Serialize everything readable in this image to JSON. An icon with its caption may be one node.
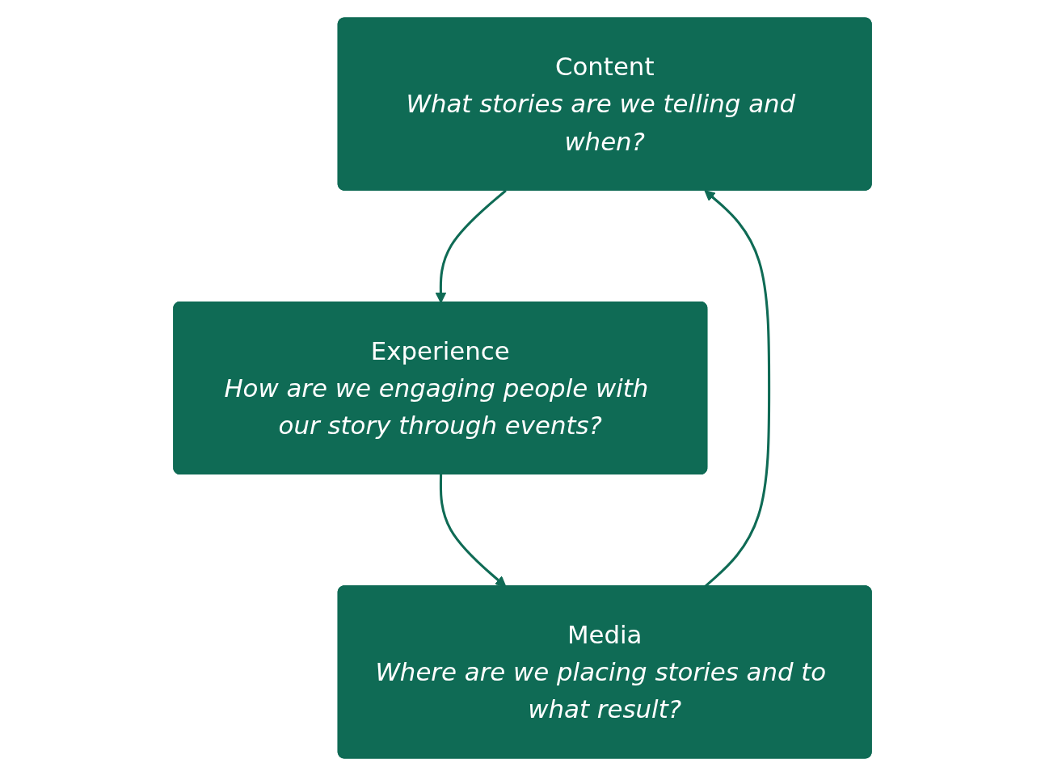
{
  "diagram": {
    "nodes": [
      {
        "text": [
          "Content",
          "What stories are we telling and when?"
        ]
      },
      {
        "text": [
          "Experience",
          "How are we engaging people with our story through events?"
        ]
      },
      {
        "text": [
          "Media",
          "Where are we placing stories and to what result?"
        ]
      }
    ],
    "edges": [
      {
        "from": 0,
        "to": 1,
        "arrow": "to"
      },
      {
        "from": 1,
        "to": 2,
        "arrow": "to"
      },
      {
        "from": 2,
        "to": 0,
        "arrow": "to"
      }
    ]
  }
}
